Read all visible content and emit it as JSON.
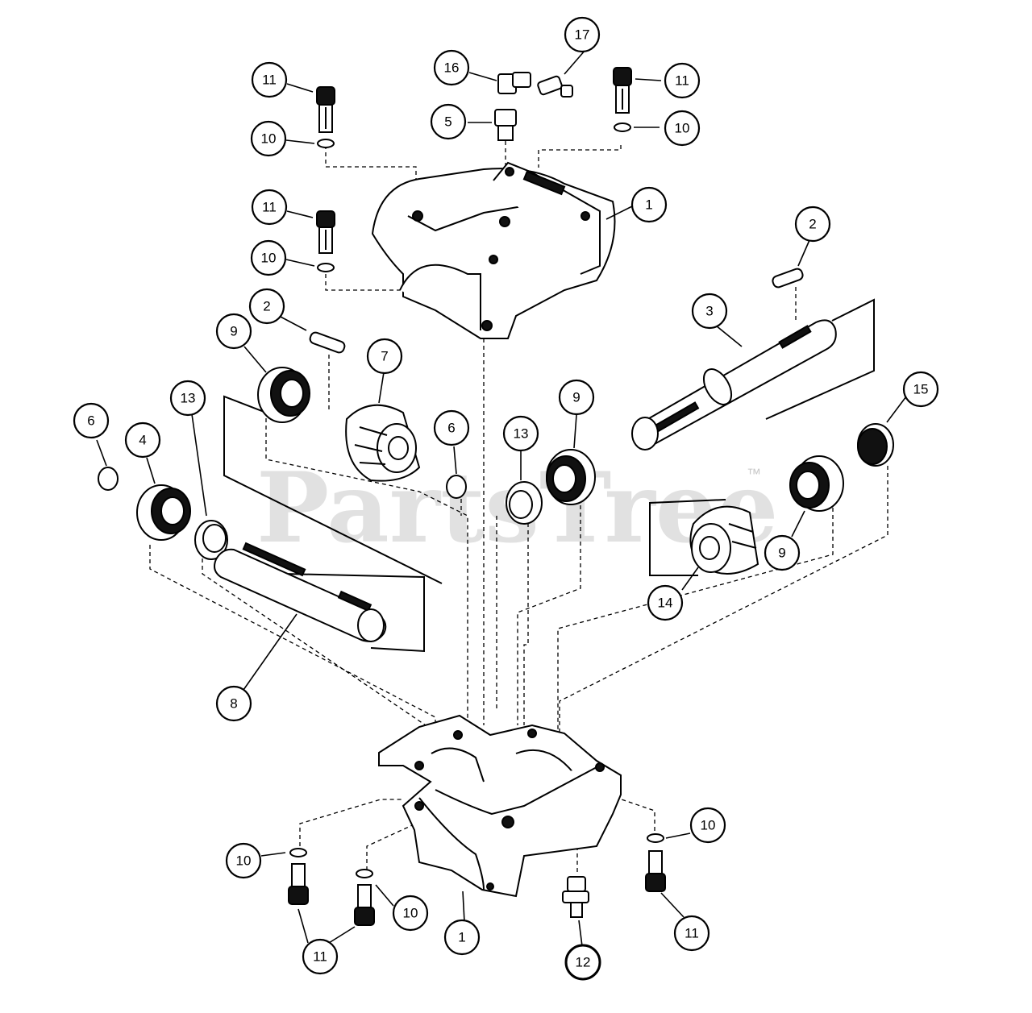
{
  "watermark": {
    "text": "PartsTree",
    "trademark": "™"
  },
  "callouts": [
    {
      "id": "c11a",
      "label": "11"
    },
    {
      "id": "c10a",
      "label": "10"
    },
    {
      "id": "c16",
      "label": "16"
    },
    {
      "id": "c17",
      "label": "17"
    },
    {
      "id": "c5",
      "label": "5"
    },
    {
      "id": "c11b",
      "label": "11"
    },
    {
      "id": "c10b",
      "label": "10"
    },
    {
      "id": "c1a",
      "label": "1"
    },
    {
      "id": "c11c",
      "label": "11"
    },
    {
      "id": "c10c",
      "label": "10"
    },
    {
      "id": "c2a",
      "label": "2"
    },
    {
      "id": "c2b",
      "label": "2"
    },
    {
      "id": "c3",
      "label": "3"
    },
    {
      "id": "c9a",
      "label": "9"
    },
    {
      "id": "c7",
      "label": "7"
    },
    {
      "id": "c13a",
      "label": "13"
    },
    {
      "id": "c6a",
      "label": "6"
    },
    {
      "id": "c4",
      "label": "4"
    },
    {
      "id": "c6b",
      "label": "6"
    },
    {
      "id": "c13b",
      "label": "13"
    },
    {
      "id": "c9b",
      "label": "9"
    },
    {
      "id": "c15",
      "label": "15"
    },
    {
      "id": "c9c",
      "label": "9"
    },
    {
      "id": "c14",
      "label": "14"
    },
    {
      "id": "c8",
      "label": "8"
    },
    {
      "id": "c10d",
      "label": "10"
    },
    {
      "id": "c10e",
      "label": "10"
    },
    {
      "id": "c10f",
      "label": "10"
    },
    {
      "id": "c11d",
      "label": "11"
    },
    {
      "id": "c1b",
      "label": "1"
    },
    {
      "id": "c12",
      "label": "12"
    },
    {
      "id": "c11e",
      "label": "11"
    }
  ]
}
